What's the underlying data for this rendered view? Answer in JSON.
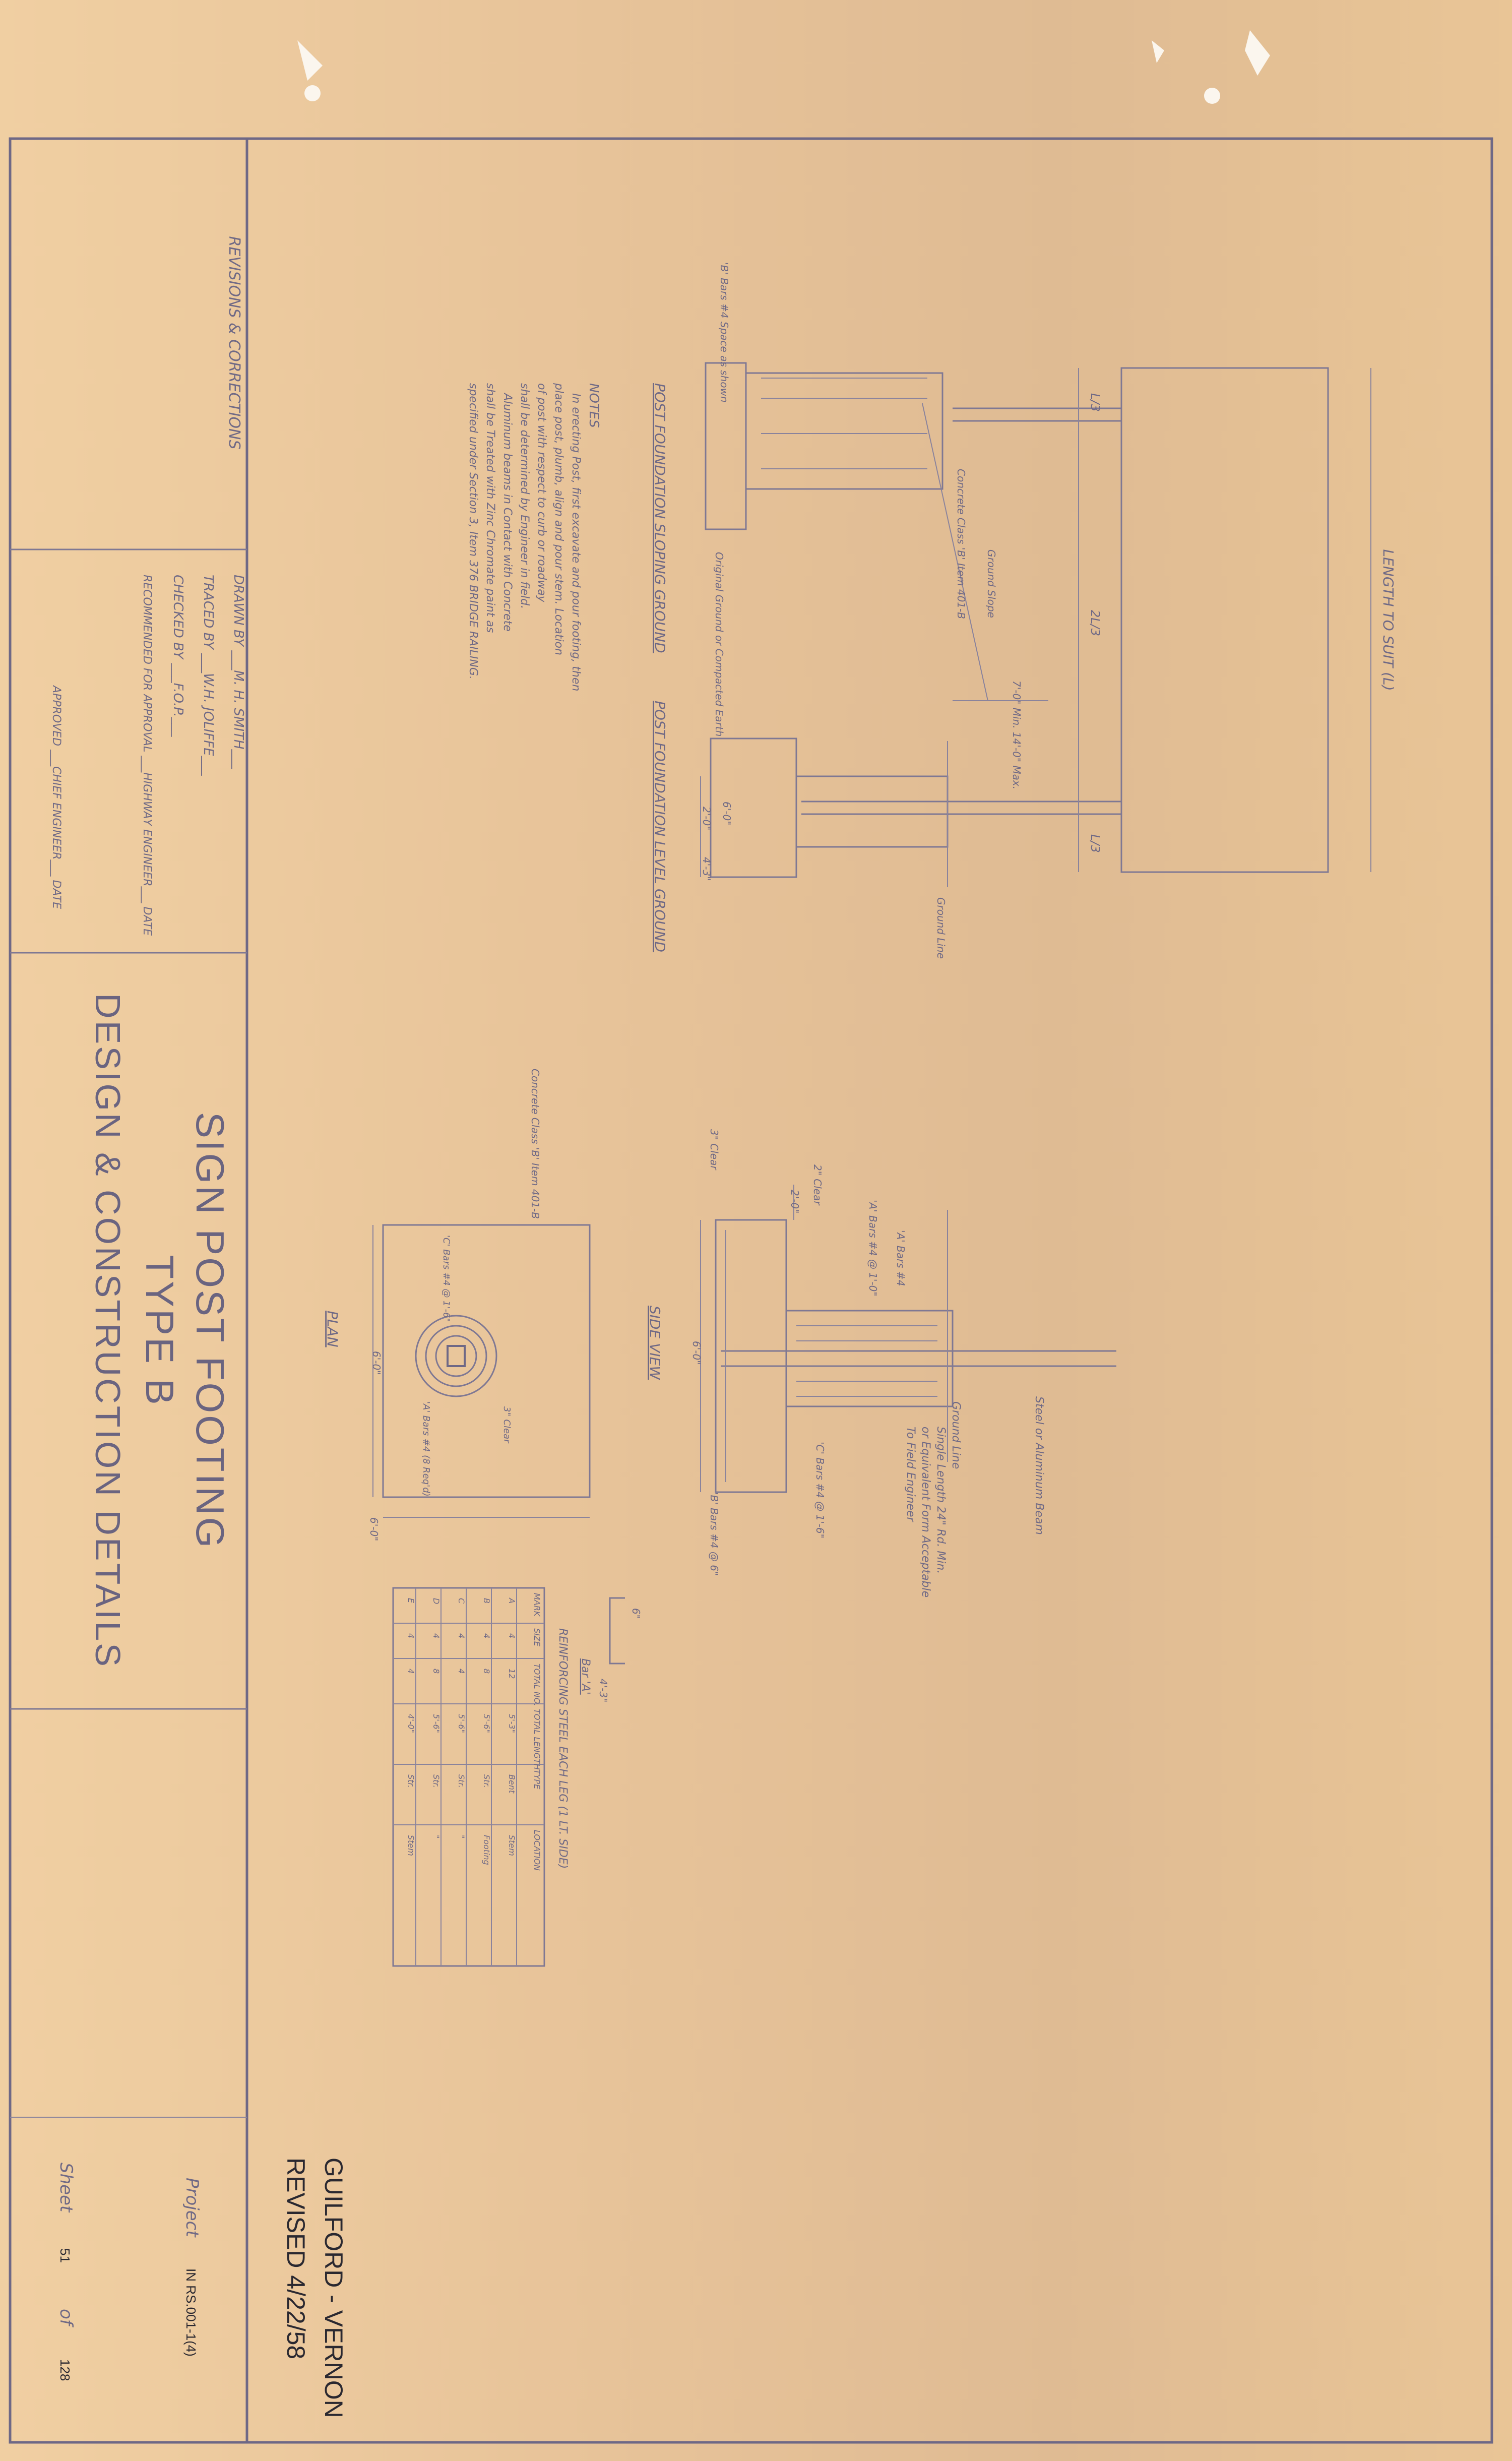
{
  "title_block": {
    "title_line1": "SIGN POST FOOTING",
    "title_line2": "TYPE B",
    "title_line3": "DESIGN & CONSTRUCTION DETAILS",
    "revisions_label": "REVISIONS & CORRECTIONS",
    "drawn_by": "DRAWN BY ___M. H. SMITH___",
    "traced_by": "TRACED BY ___W.H. JOLIFFE___",
    "checked_by": "CHECKED BY ___F.O.P.___",
    "recommended": "RECOMMENDED FOR APPROVAL ___HIGHWAY ENGINEER___ DATE",
    "approved": "APPROVED ___CHIEF ENGINEER___ DATE"
  },
  "stamp": {
    "line1": "GUILFORD - VERNON",
    "line2": "REVISED 4/22/58"
  },
  "project": {
    "label": "Project",
    "number": "IN RS.001-1(4)",
    "sheet_label": "Sheet",
    "sheet": "51",
    "of_label": "of",
    "total": "128"
  },
  "elevation": {
    "length_to_suit": "LENGTH TO SUIT (L)",
    "dim_top": "L/3",
    "dim_mid": "2L/3",
    "dim_bot": "L/3",
    "min_max": "7'-0\" Min. 14'-0\" Max.",
    "ground_slope": "Ground Slope",
    "ground_line": "Ground Line",
    "dim_width1": "2'-0\"",
    "dim_width2": "4'-3\"",
    "dim_depth": "6'-0\"",
    "concrete_note": "Concrete Class 'B' Item 401-B",
    "original_ground": "Original Ground or Compacted Earth",
    "bars_note": "'B' Bars #4 Space as shown",
    "sloping_title": "POST FOUNDATION SLOPING GROUND",
    "level_title": "POST FOUNDATION LEVEL GROUND"
  },
  "notes": {
    "heading": "NOTES",
    "lines": [
      "In erecting Post, first excavate and pour footing, then",
      "place post, plumb, align and pour stem. Location",
      "of post with respect to curb or roadway",
      "shall be determined by Engineer in field.",
      "Aluminum beams in Contact with Concrete",
      "shall be Treated with Zinc Chromate paint as",
      "specified under Section 3, Item 376 BRIDGE RAILING."
    ]
  },
  "side_view": {
    "title": "SIDE VIEW",
    "steel_beam": "Steel or Aluminum Beam",
    "ground_line": "Ground Line",
    "single_length": "Single Length 24\" Rd. Min.",
    "equivalent": "or Equivalent Form Acceptable",
    "to_engineer": "To Field Engineer",
    "a_bars": "'A' Bars #4",
    "a_bars2": "'A' Bars #4 @ 1'-0\"",
    "c_bars": "'C' Bars #4 @ 1'-6\"",
    "b_bars": "'B' Bars #4 @ 6\"",
    "clear": "2\" Clear",
    "clear2": "3\" Clear",
    "dim_2_0": "2'-0\"",
    "dim_6_0": "6'-0\""
  },
  "plan": {
    "title": "PLAN",
    "concrete": "Concrete Class 'B' Item 401-B",
    "dim_6_0a": "6'-0\"",
    "dim_6_0b": "6'-0\"",
    "c_bars": "'C' Bars #4 @ 1'-6\"",
    "a_bars": "'A' Bars #4 (8 Req'd)",
    "clear": "3\" Clear"
  },
  "bar_detail": {
    "label": "Bar 'A'",
    "dim": "6\"",
    "dim2": "4'-3\""
  },
  "reinforcing_table": {
    "title": "REINFORCING STEEL EACH LEG (1 LT. SIDE)",
    "headers": [
      "MARK",
      "SIZE",
      "TOTAL NO.",
      "TOTAL LENGTH",
      "TYPE",
      "LOCATION"
    ],
    "rows": [
      [
        "A",
        "4",
        "12",
        "5'-3\"",
        "Bent",
        "Stem"
      ],
      [
        "B",
        "4",
        "8",
        "5'-6\"",
        "Str.",
        "Footing"
      ],
      [
        "C",
        "4",
        "4",
        "5'-6\"",
        "Str.",
        "\""
      ],
      [
        "D",
        "4",
        "8",
        "5'-6\"",
        "Str.",
        "\""
      ],
      [
        "E",
        "4",
        "4",
        "4'-0\"",
        "Str.",
        "Stem"
      ]
    ]
  }
}
